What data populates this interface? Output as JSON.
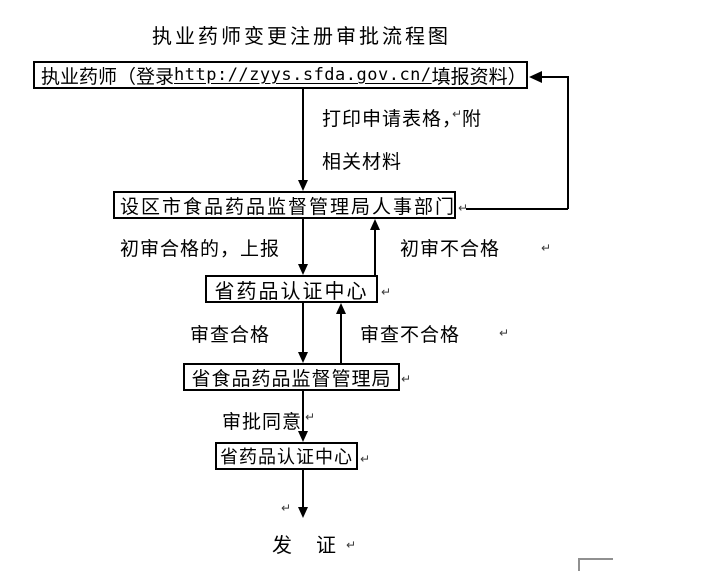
{
  "title": "执业药师变更注册审批流程图",
  "marks": {
    "pilcrow": "↵"
  },
  "colors": {
    "ink": "#000000",
    "canvas_corner_gray": "#909090",
    "background": "#ffffff"
  },
  "flowchart": {
    "node1": {
      "prefix": "执业药师（登录 ",
      "url": "http://zyys.sfda.gov.cn/",
      "suffix": "填报资料）"
    },
    "node2": "设区市食品药品监督管理局人事部门",
    "node3": "省药品认证中心",
    "node4": "省食品药品监督管理局",
    "node5": "省药品认证中心",
    "labels": {
      "print_line1": "打印申请表格，附",
      "print_line2": "相关材料",
      "initial_pass": "初审合格的，上报",
      "initial_fail": "初审不合格",
      "review_pass": "审查合格",
      "review_fail": "审查不合格",
      "approve": "审批同意",
      "issue": "发　证"
    }
  }
}
